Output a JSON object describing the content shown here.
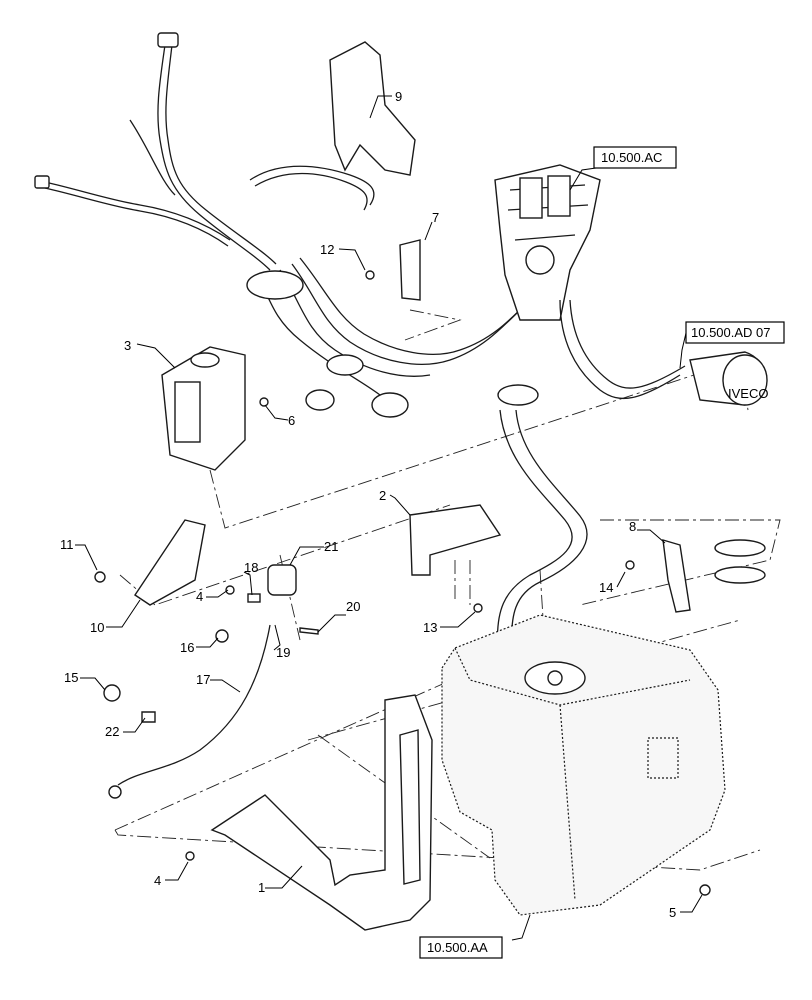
{
  "callouts": [
    {
      "id": "1",
      "text": "1"
    },
    {
      "id": "2",
      "text": "2"
    },
    {
      "id": "3",
      "text": "3"
    },
    {
      "id": "4a",
      "text": "4"
    },
    {
      "id": "4b",
      "text": "4"
    },
    {
      "id": "5",
      "text": "5"
    },
    {
      "id": "6",
      "text": "6"
    },
    {
      "id": "7",
      "text": "7"
    },
    {
      "id": "8",
      "text": "8"
    },
    {
      "id": "9",
      "text": "9"
    },
    {
      "id": "10",
      "text": "10"
    },
    {
      "id": "11",
      "text": "11"
    },
    {
      "id": "12",
      "text": "12"
    },
    {
      "id": "13",
      "text": "13"
    },
    {
      "id": "14",
      "text": "14"
    },
    {
      "id": "15",
      "text": "15"
    },
    {
      "id": "16",
      "text": "16"
    },
    {
      "id": "17",
      "text": "17"
    },
    {
      "id": "18",
      "text": "18"
    },
    {
      "id": "19",
      "text": "19"
    },
    {
      "id": "20",
      "text": "20"
    },
    {
      "id": "21",
      "text": "21"
    },
    {
      "id": "22",
      "text": "22"
    }
  ],
  "references": {
    "ac": "10.500.AC",
    "ad": "10.500.AD 07",
    "aa": "10.500.AA"
  },
  "inlet_cap_text": "IVECO"
}
